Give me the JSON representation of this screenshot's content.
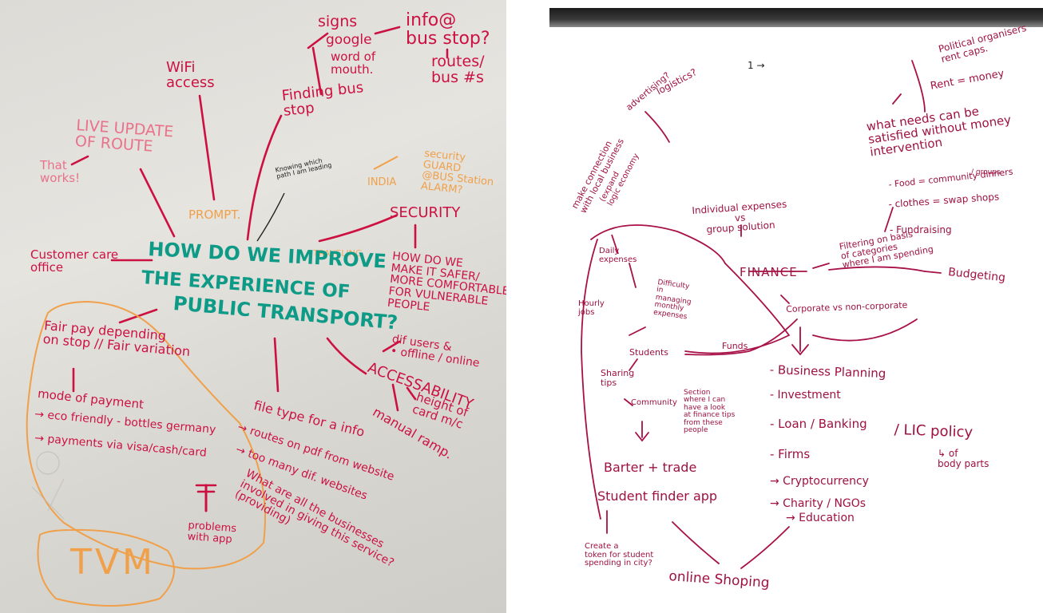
{
  "left_chart": {
    "title_line1": "HOW DO WE IMPROVE",
    "title_line2": "THE EXPERIENCE OF",
    "title_line3": "PUBLIC TRANSPORT?",
    "signs": "signs",
    "google": "google",
    "word_of_mouth": "word of\nmouth.",
    "info_bus_stop": "info@\nbus stop?",
    "routers_bus": "routes/\nbus #s",
    "wifi": "WiFi\naccess",
    "finding_bus": "Finding bus\nstop",
    "live_update": "LIVE UPDATE\nOF ROUTE",
    "that_works": "That\nworks!",
    "knowing_which": "Knowing which\npath I am leading",
    "prompt": "PROMPT.",
    "security_guard": "security\nGUARD\n@BUS Station\nALARM?",
    "india": "INDIA",
    "security": "SECURITY",
    "safer": "HOW DO WE\nMAKE IT SAFER/\nMORE COMFORTABLE\nFOR VULNERABLE\nPEOPLE",
    "customer_care": "Customer care\noffice",
    "traveling": "TRAVELING",
    "fair_pay": "Fair pay depending\non stop // Fair variation",
    "mode_payment": "mode of payment",
    "eco_friendly": "→ eco friendly - bottles germany",
    "payments_visa": "→ payments via visa/cash/card",
    "problems_app": "problems\nwith app",
    "dif_users": "dif users &\n• offline / online",
    "accessability": "ACCESSABILITY",
    "height_card": "height of\ncard m/c",
    "manual_ramp": "manual ramp.",
    "file_type": "file type for a info",
    "routes_pdf": "→ routes on pdf from website",
    "too_many": "→ too many dif. websites",
    "businesses": "What are all the businesses\ninvolved in giving this service?\n(providing)",
    "tvm": "TVM"
  },
  "right_chart": {
    "stray": "1 →",
    "political": "Political organisers\nrent caps.",
    "rent_money": "Rent = money",
    "advertising": "advertising?",
    "logistics": "logistics?",
    "make_connection": "make connection\nwith local business",
    "expand": "(expand\nlogic economy",
    "what_needs": "what needs can be\nsatisfied without money\nintervention",
    "food": "- Food = community dinners",
    "groups": "/ groups",
    "clothes": "- clothes = swap shops",
    "fundraising": "- Fundraising",
    "individual": "Individual expenses\nvs\ngroup solution",
    "daily_expenses": "Daily\nexpenses",
    "finance": "FINANCE",
    "filtering": "Filtering on basis\nof categories\nwhere I am spending",
    "budgeting": "Budgeting",
    "difficulty": "Difficulty\nin\nmanaging\nmonthly\nexpenses",
    "hourly": "Hourly\njobs",
    "corporate": "Corporate vs non-corporate",
    "funds": "Funds",
    "students": "Students",
    "sharing_tips": "Sharing\ntips",
    "community": "Community",
    "section": "Section\nwhere I can\nhave a look\nat finance tips\nfrom these\npeople",
    "business_planning": "- Business Planning",
    "investment": "- Investment",
    "loan_banking": "- Loan / Banking",
    "firms": "- Firms",
    "lic_policy": "/ LIC policy",
    "of_body_parts": "↳ of\nbody parts",
    "barter": "Barter + trade",
    "student_finder": "Student finder app",
    "cryptocurrency": "→ Cryptocurrency",
    "charity": "→ Charity / NGOs",
    "education": "→ Education",
    "create_token": "Create a\ntoken for student\nspending in city?",
    "online_shopping": "online Shoping"
  }
}
